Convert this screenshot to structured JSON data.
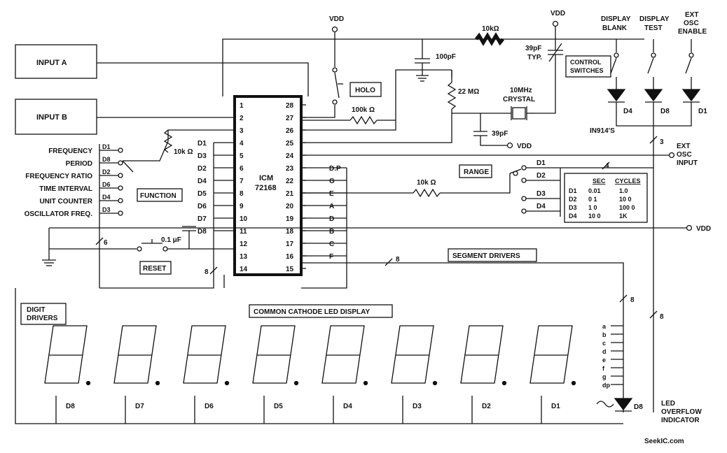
{
  "inputs": {
    "input_a": "INPUT A",
    "input_b": "INPUT B"
  },
  "ic": {
    "name_line1": "ICM",
    "name_line2": "72168"
  },
  "pins_left": [
    "1",
    "2",
    "3",
    "4",
    "5",
    "6",
    "7",
    "8",
    "9",
    "10",
    "11",
    "12",
    "13",
    "14"
  ],
  "pins_right": [
    "28",
    "27",
    "26",
    "25",
    "24",
    "23",
    "22",
    "21",
    "20",
    "19",
    "18",
    "17",
    "16",
    "15"
  ],
  "left_digit_labels": [
    "D1",
    "D3",
    "D2",
    "D4",
    "D5",
    "D6",
    "D7",
    "D8"
  ],
  "right_seg_labels": [
    "D.P",
    "G",
    "E",
    "A",
    "D",
    "B",
    "C",
    "F"
  ],
  "function_options": [
    "FREQUENCY",
    "PERIOD",
    "FREQUENCY RATIO",
    "TIME INTERVAL",
    "UNIT COUNTER",
    "OSCILLATOR FREQ."
  ],
  "function_digits": [
    "D1",
    "D8",
    "D2",
    "D6",
    "D4",
    "D3"
  ],
  "labels": {
    "function": "FUNCTION",
    "reset": "RESET",
    "holo": "HOLO",
    "range": "RANGE",
    "control_switches_1": "CONTROL",
    "control_switches_2": "SWITCHES",
    "segment_drivers": "SEGMENT DRIVERS",
    "digit_drivers_1": "DIGIT",
    "digit_drivers_2": "DRIVERS",
    "common_cathode": "COMMON CATHODE LED DISPLAY",
    "vdd": "VDD",
    "display_blank_1": "DISPLAY",
    "display_blank_2": "BLANK",
    "display_test_1": "DISPLAY",
    "display_test_2": "TEST",
    "ext_osc_enable_1": "EXT",
    "ext_osc_enable_2": "OSC",
    "ext_osc_enable_3": "ENABLE",
    "ext_osc_input_1": "EXT",
    "ext_osc_input_2": "OSC",
    "ext_osc_input_3": "INPUT",
    "diode_type": "IN914'S",
    "led_overflow_1": "LED",
    "led_overflow_2": "OVERFLOW",
    "led_overflow_3": "INDICATOR",
    "crystal_1": "10MHz",
    "crystal_2": "CRYSTAL",
    "typ": "TYP.",
    "watermark": "SeekIC.com"
  },
  "components": {
    "r_10k_top": "10kΩ",
    "c_100pf": "100pF",
    "c_39pf_trim": "39pF",
    "r_22m": "22 MΩ",
    "r_100k": "100k Ω",
    "c_39pf": "39pF",
    "r_10k_func": "10k Ω",
    "r_10k_range": "10k Ω",
    "c_01uf": "0.1 μF"
  },
  "bus_counts": {
    "b3": "3",
    "b4": "4",
    "b6": "6",
    "b8a": "8",
    "b8b": "8",
    "b8c": "8",
    "b8d": "8"
  },
  "range_table": {
    "headers": [
      "SEC",
      "CYCLES"
    ],
    "rows": [
      [
        "D1",
        "0.01",
        "1.0"
      ],
      [
        "D2",
        "0 1",
        "10 0"
      ],
      [
        "D3",
        "1 0",
        "100 0"
      ],
      [
        "D4",
        "10 0",
        "1K"
      ]
    ]
  },
  "range_switch_labels": [
    "D1",
    "D2",
    "D3",
    "D4"
  ],
  "control_diodes": [
    "D4",
    "D8",
    "D1"
  ],
  "segment_letters": [
    "a",
    "b",
    "c",
    "d",
    "e",
    "f",
    "g",
    "dp"
  ],
  "display_digits": [
    "D8",
    "D7",
    "D6",
    "D5",
    "D4",
    "D3",
    "D2",
    "D1"
  ],
  "overflow_diode": "D8"
}
